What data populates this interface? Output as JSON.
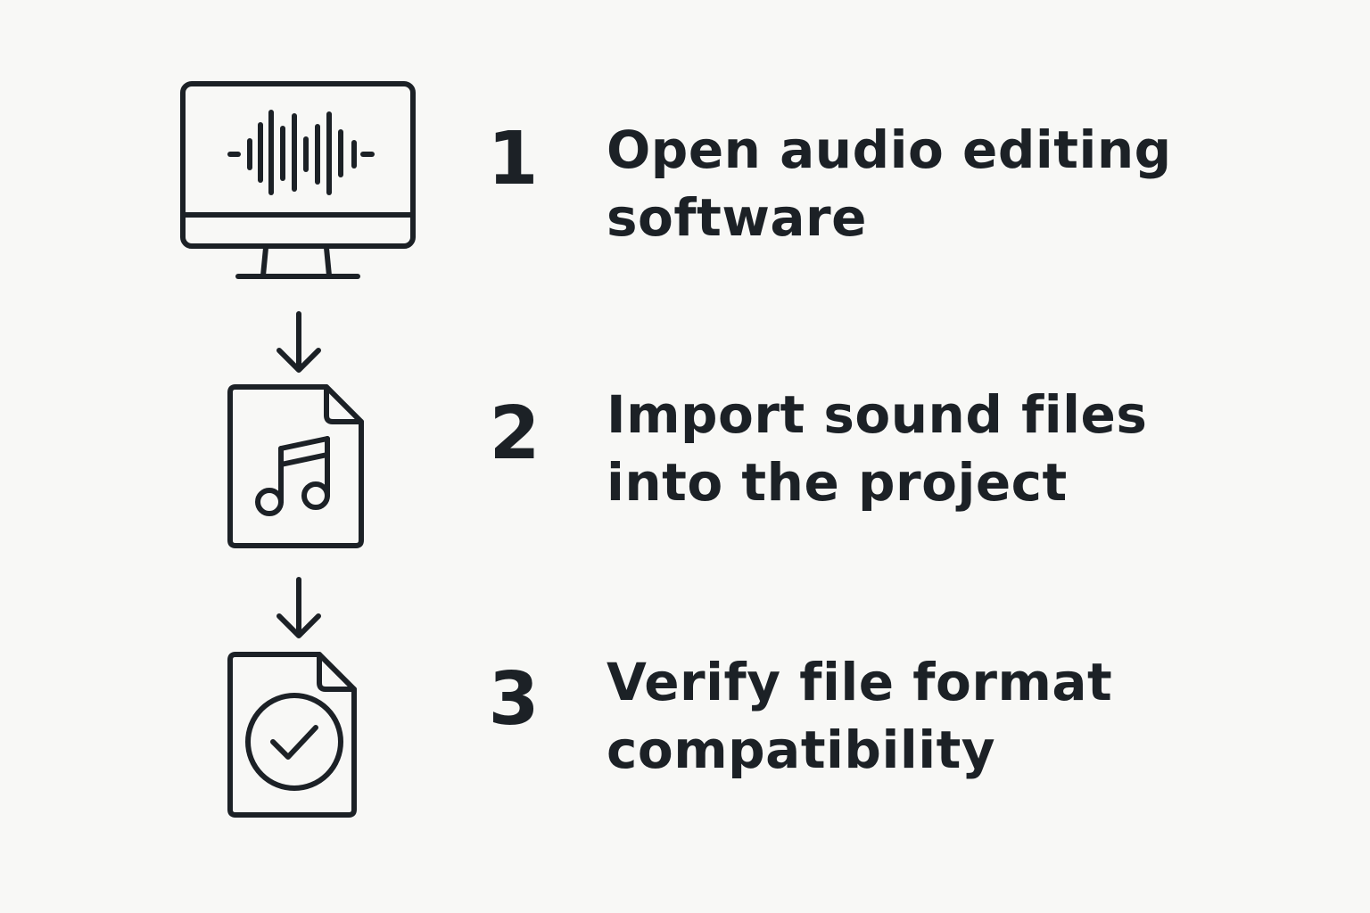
{
  "steps": [
    {
      "number": "1",
      "lines": [
        "Open audio editing",
        "software"
      ],
      "icon": "monitor-waveform-icon"
    },
    {
      "number": "2",
      "lines": [
        "Import sound files",
        "into the project"
      ],
      "icon": "music-file-icon"
    },
    {
      "number": "3",
      "lines": [
        "Verify file format",
        "compatibility"
      ],
      "icon": "file-check-icon"
    }
  ],
  "colors": {
    "background": "#f8f8f6",
    "ink": "#1c2126"
  }
}
